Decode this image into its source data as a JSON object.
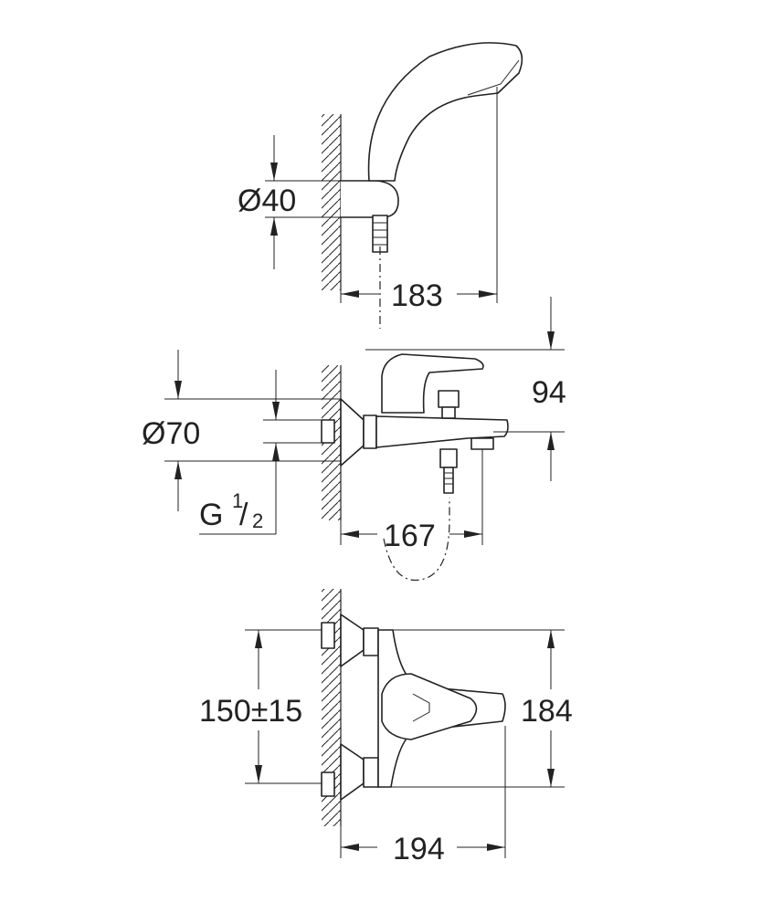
{
  "dimensions": {
    "handshower_diameter": "Ø40",
    "handshower_projection": "183",
    "body_height": "94",
    "escutcheon_diameter": "Ø70",
    "connection_thread": "G",
    "connection_thread_fraction_num": "1",
    "connection_thread_fraction_den": "2",
    "spout_projection": "167",
    "centers": "150±15",
    "body_width": "184",
    "total_projection": "194"
  }
}
